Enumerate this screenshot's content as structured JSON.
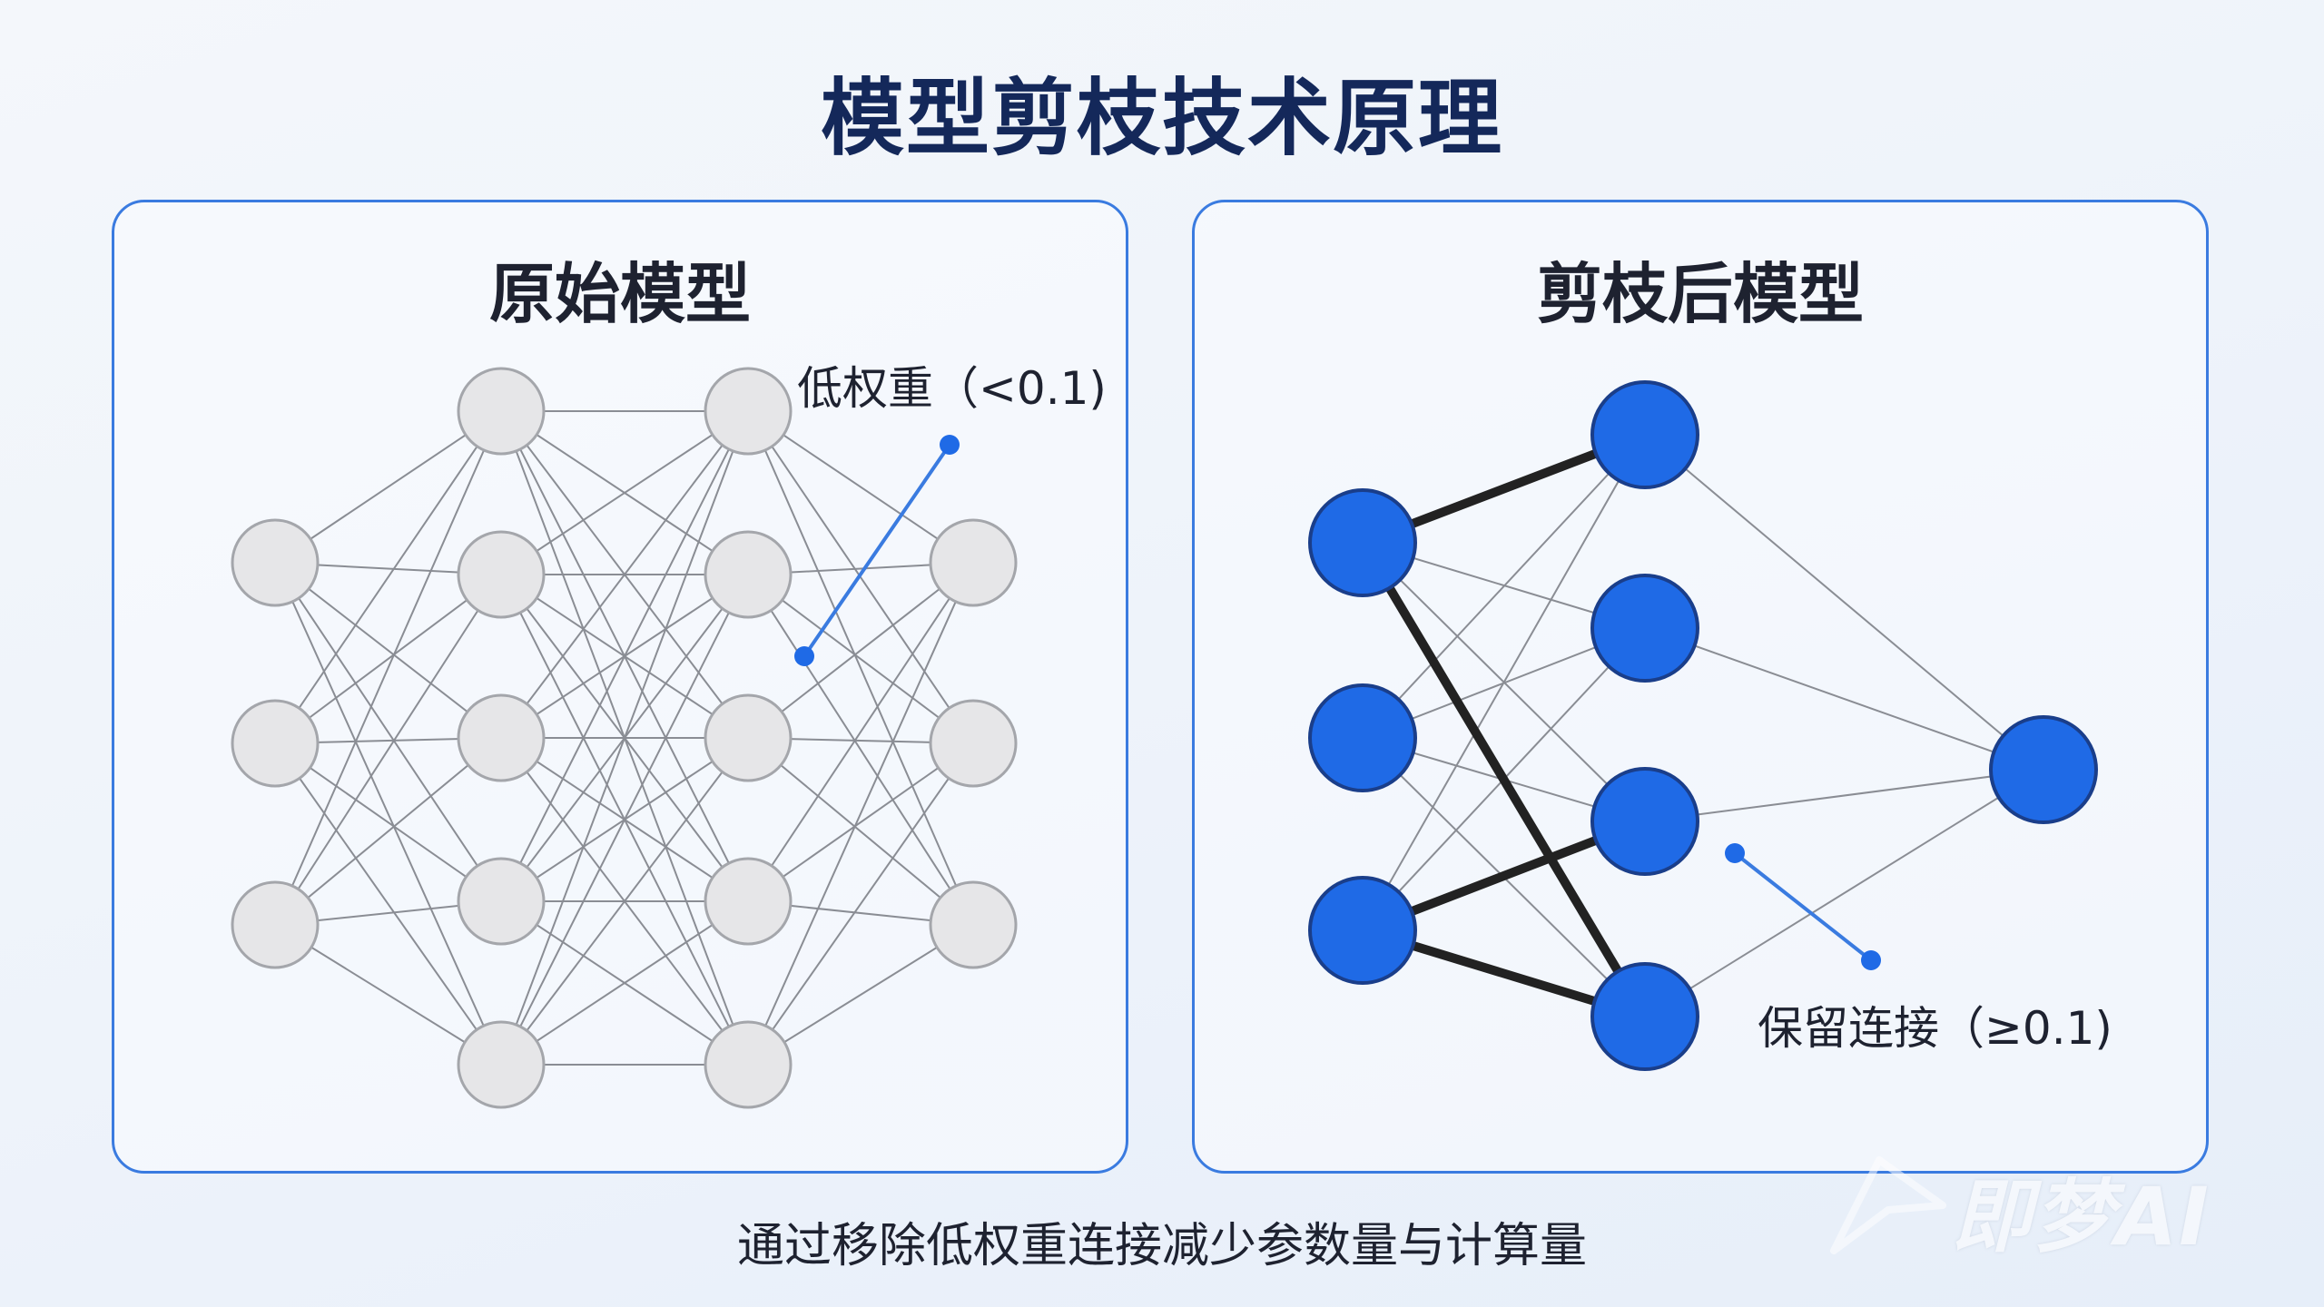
{
  "title": "模型剪枝技术原理",
  "left_panel": {
    "title": "原始模型",
    "annotation": "低权重（<0.1)"
  },
  "right_panel": {
    "title": "剪枝后模型",
    "annotation": "保留连接（≥0.1)"
  },
  "caption": "通过移除低权重连接减少参数量与计算量",
  "watermark": "即梦AI",
  "colors": {
    "accent": "#3a7be0",
    "node_gray": "#e6e6e8",
    "node_blue": "#1f6ae6",
    "title": "#14285a",
    "strong_edge": "#222222"
  },
  "original_network": {
    "layer_sizes": [
      3,
      5,
      5,
      3
    ],
    "fully_connected": true
  },
  "pruned_network": {
    "layer_sizes": [
      3,
      4,
      1
    ],
    "kept_edges": [
      {
        "from": [
          0,
          0
        ],
        "to": [
          1,
          0
        ],
        "strength": "strong"
      },
      {
        "from": [
          0,
          0
        ],
        "to": [
          1,
          1
        ],
        "strength": "weak"
      },
      {
        "from": [
          0,
          0
        ],
        "to": [
          1,
          2
        ],
        "strength": "weak"
      },
      {
        "from": [
          0,
          0
        ],
        "to": [
          1,
          3
        ],
        "strength": "strong"
      },
      {
        "from": [
          0,
          1
        ],
        "to": [
          1,
          0
        ],
        "strength": "weak"
      },
      {
        "from": [
          0,
          1
        ],
        "to": [
          1,
          1
        ],
        "strength": "weak"
      },
      {
        "from": [
          0,
          1
        ],
        "to": [
          1,
          2
        ],
        "strength": "weak"
      },
      {
        "from": [
          0,
          1
        ],
        "to": [
          1,
          3
        ],
        "strength": "weak"
      },
      {
        "from": [
          0,
          2
        ],
        "to": [
          1,
          0
        ],
        "strength": "weak"
      },
      {
        "from": [
          0,
          2
        ],
        "to": [
          1,
          1
        ],
        "strength": "weak"
      },
      {
        "from": [
          0,
          2
        ],
        "to": [
          1,
          2
        ],
        "strength": "strong"
      },
      {
        "from": [
          0,
          2
        ],
        "to": [
          1,
          3
        ],
        "strength": "strong"
      },
      {
        "from": [
          1,
          0
        ],
        "to": [
          2,
          0
        ],
        "strength": "weak"
      },
      {
        "from": [
          1,
          1
        ],
        "to": [
          2,
          0
        ],
        "strength": "weak"
      },
      {
        "from": [
          1,
          2
        ],
        "to": [
          2,
          0
        ],
        "strength": "weak"
      },
      {
        "from": [
          1,
          3
        ],
        "to": [
          2,
          0
        ],
        "strength": "weak"
      }
    ]
  }
}
